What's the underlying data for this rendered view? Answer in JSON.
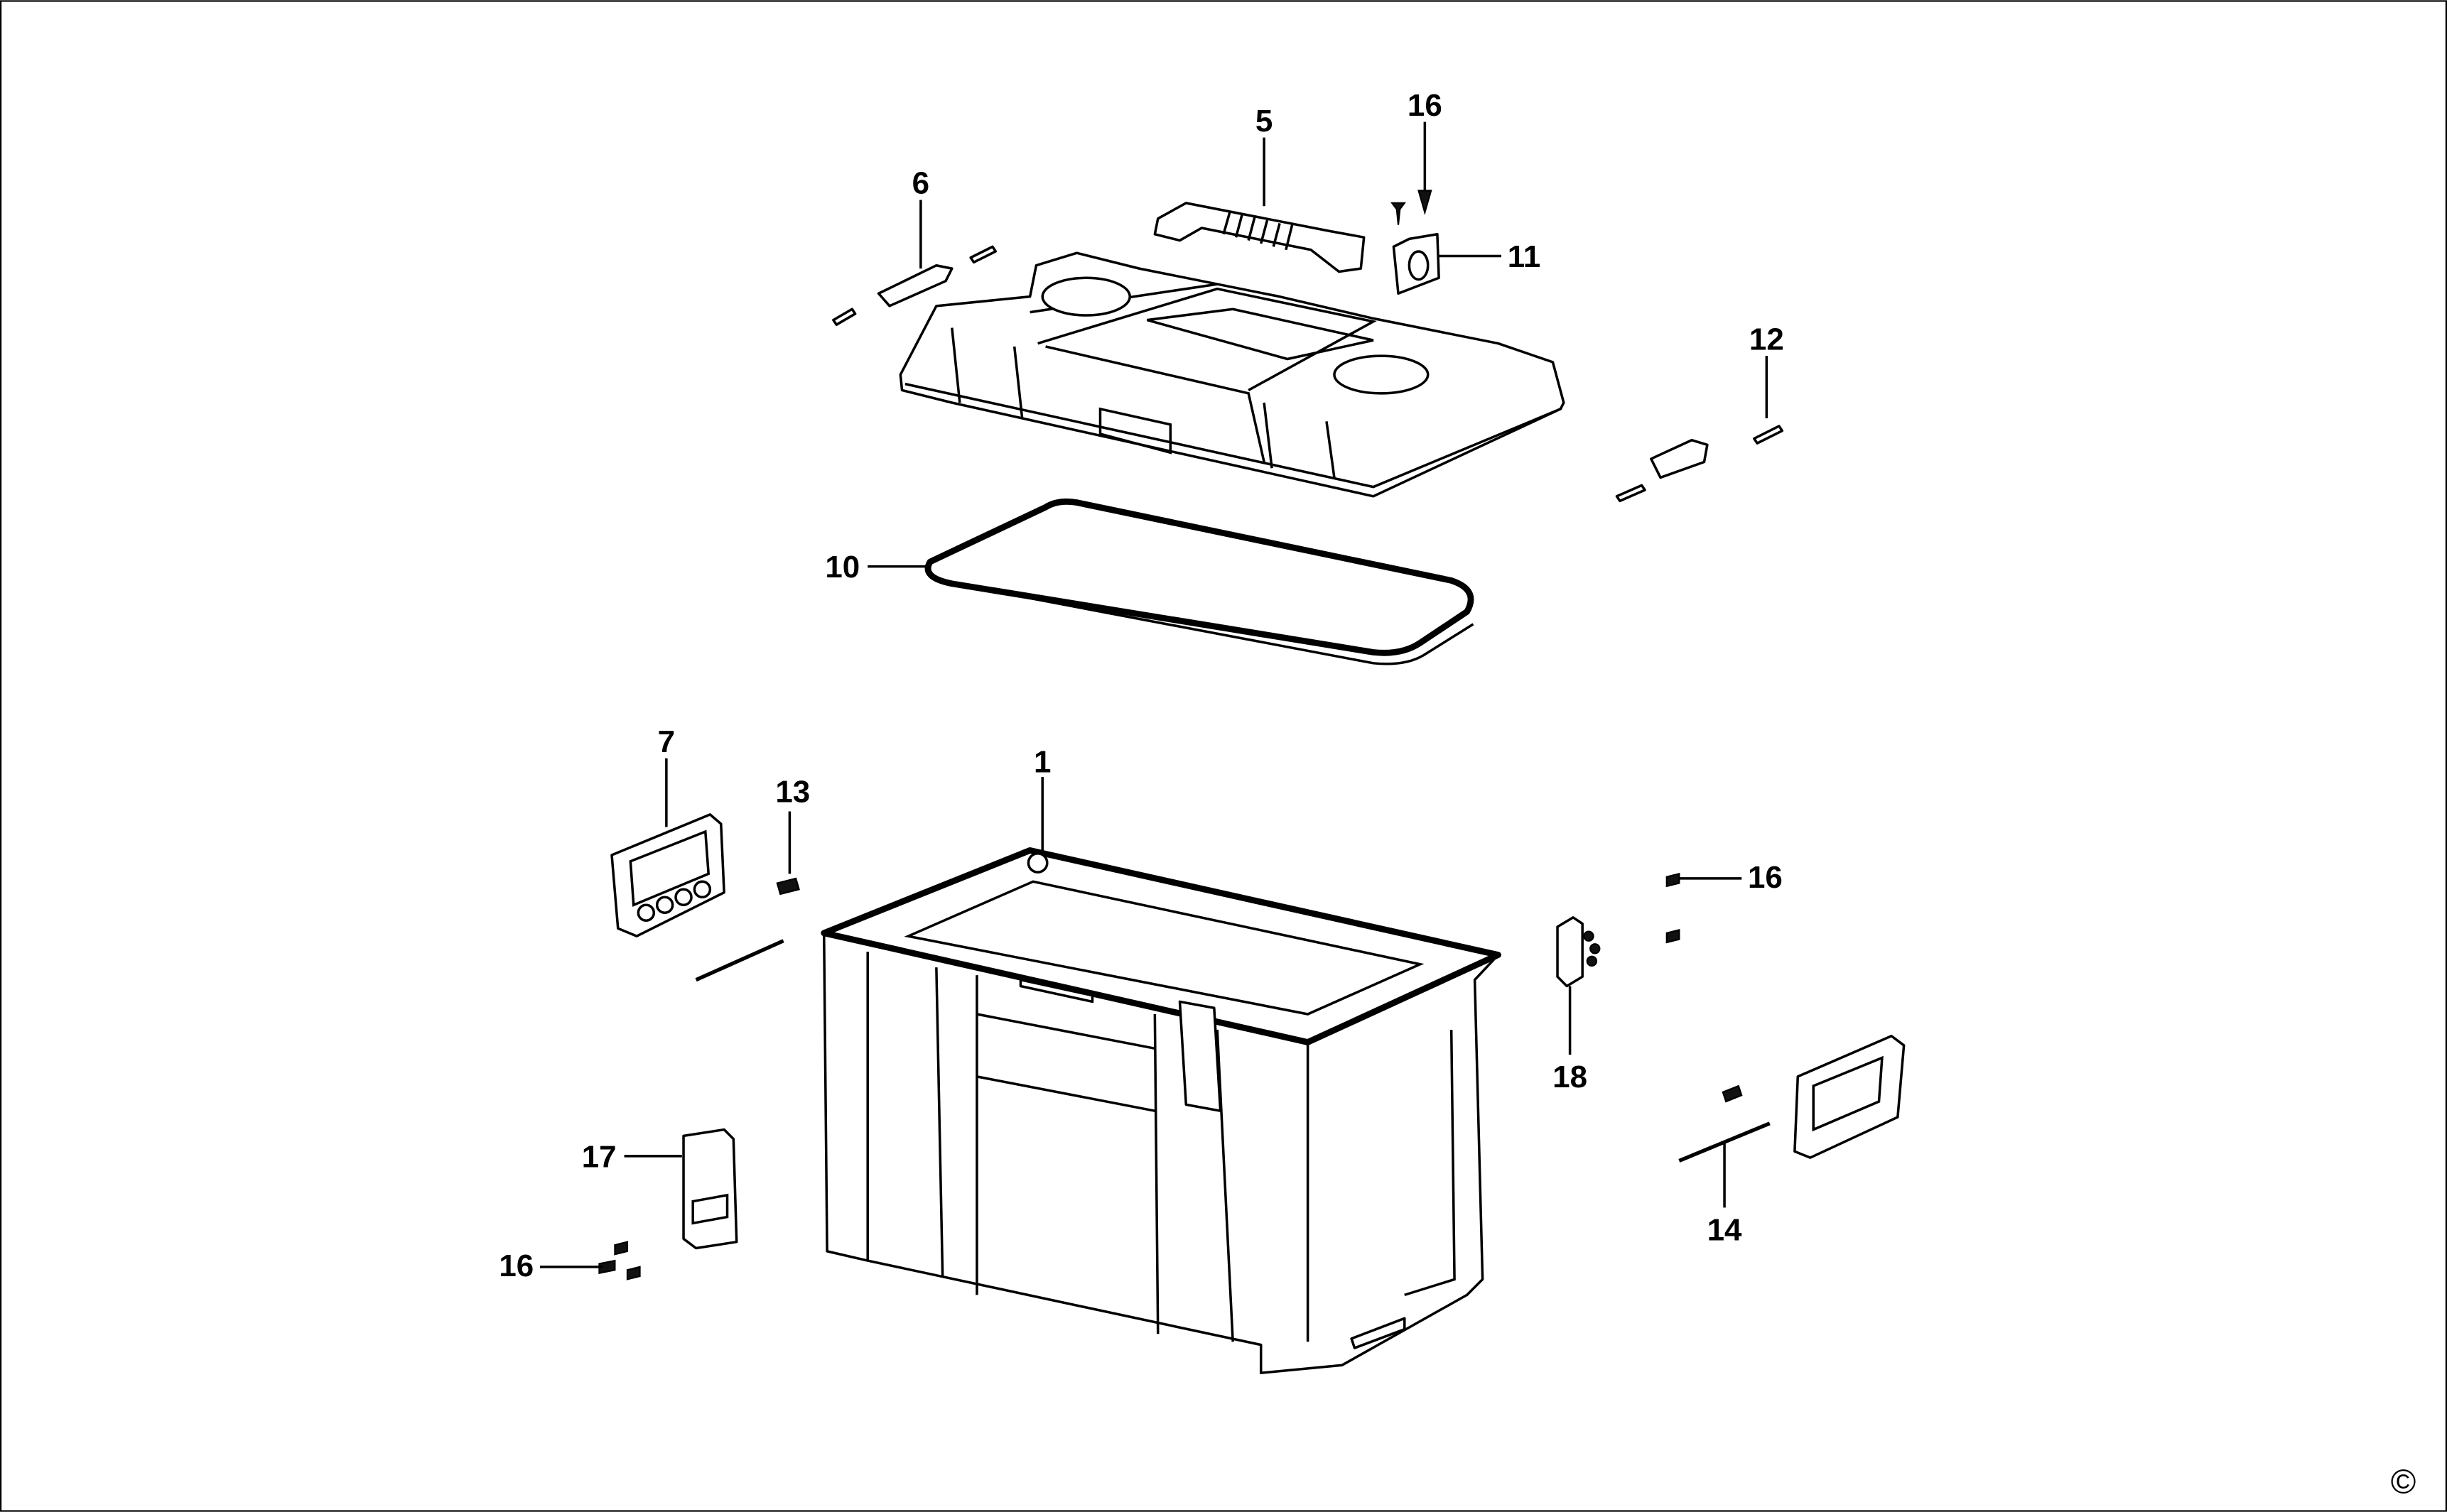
{
  "diagram": {
    "callouts": [
      {
        "id": "c5",
        "text": "5"
      },
      {
        "id": "c16a",
        "text": "16"
      },
      {
        "id": "c6",
        "text": "6"
      },
      {
        "id": "c11",
        "text": "11"
      },
      {
        "id": "c12",
        "text": "12"
      },
      {
        "id": "c10",
        "text": "10"
      },
      {
        "id": "c7",
        "text": "7"
      },
      {
        "id": "c13",
        "text": "13"
      },
      {
        "id": "c1",
        "text": "1"
      },
      {
        "id": "c16b",
        "text": "16"
      },
      {
        "id": "c18",
        "text": "18"
      },
      {
        "id": "c17",
        "text": "17"
      },
      {
        "id": "c16c",
        "text": "16"
      },
      {
        "id": "c14",
        "text": "14"
      }
    ],
    "copyright": "©"
  }
}
